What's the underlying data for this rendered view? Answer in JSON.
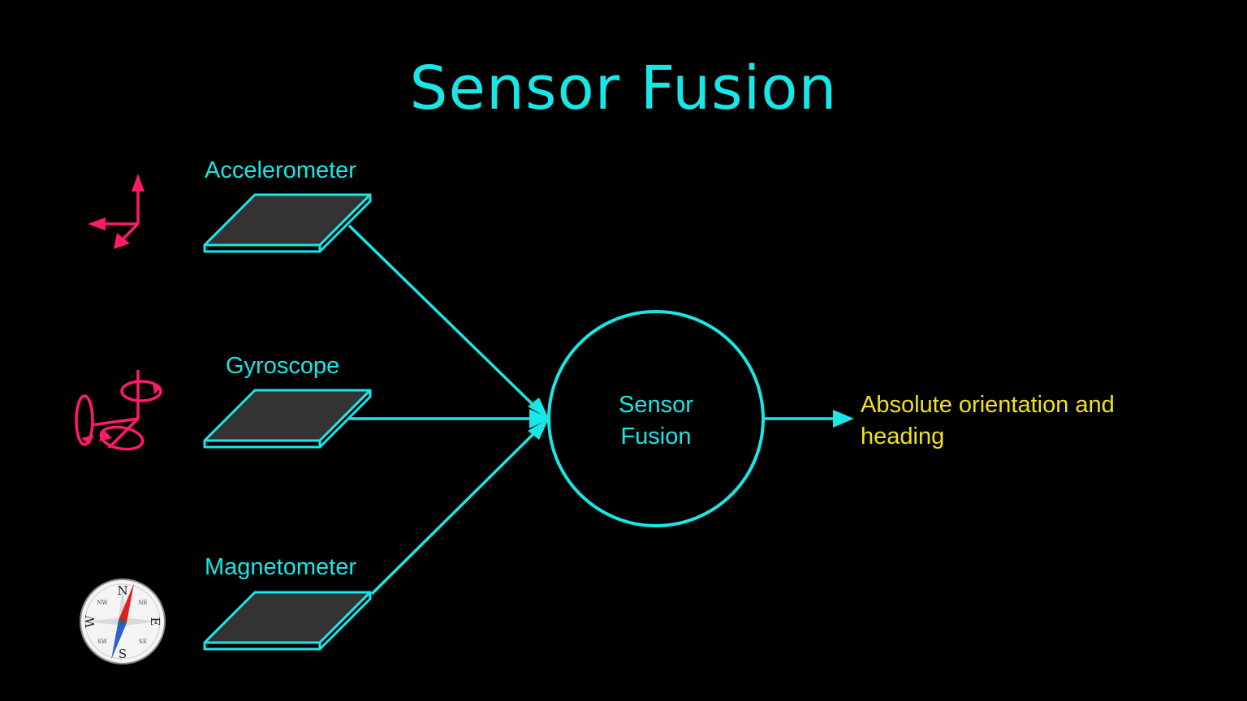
{
  "slide": {
    "title": "Sensor Fusion",
    "sensors": [
      {
        "name": "Accelerometer",
        "icon": "accelerometer-axes-icon"
      },
      {
        "name": "Gyroscope",
        "icon": "gyroscope-rotation-icon"
      },
      {
        "name": "Magnetometer",
        "icon": "compass-icon"
      }
    ],
    "fusion_node": {
      "line1": "Sensor",
      "line2": "Fusion"
    },
    "output": "Absolute orientation and heading",
    "compass_letters": {
      "n": "N",
      "e": "E",
      "s": "S",
      "w": "W",
      "ne": "NE",
      "nw": "NW",
      "se": "SE",
      "sw": "SW"
    },
    "colors": {
      "background": "#000000",
      "accent": "#19e6e6",
      "icon": "#ff1a6e",
      "output": "#f2e21b",
      "chip_fill": "#333333"
    }
  }
}
